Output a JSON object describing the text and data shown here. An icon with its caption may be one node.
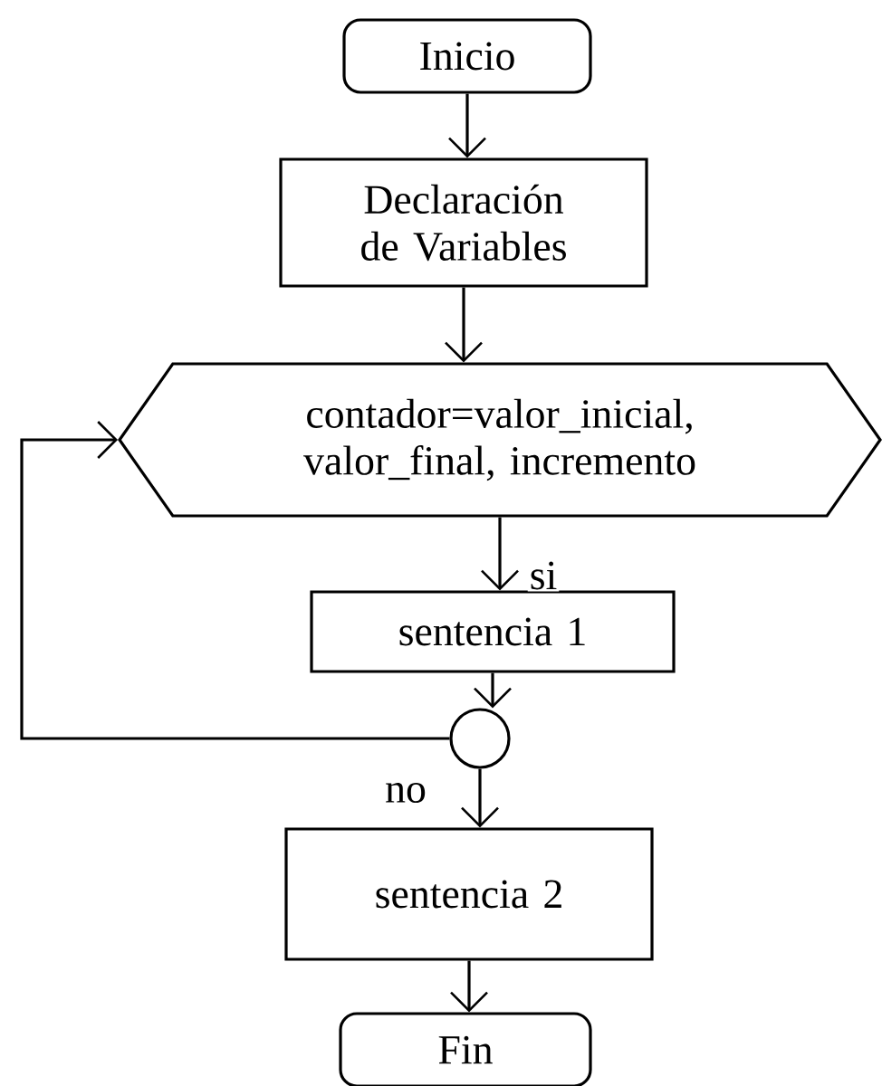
{
  "diagram": {
    "nodes": [
      {
        "text": [
          "Inicio"
        ]
      },
      {
        "text": [
          "Declaración de Variables"
        ]
      },
      {
        "text": [
          "contador=valor_inicial, valor_final, incremento"
        ]
      },
      {
        "text": [
          "sentencia 1"
        ]
      },
      {
        "text": [],
        "shape": "circle"
      },
      {
        "text": [
          "sentencia 2"
        ]
      },
      {
        "text": [
          "Fin"
        ]
      }
    ],
    "edges": [
      {
        "from": 0,
        "to": 1,
        "arrow": "to"
      },
      {
        "from": 1,
        "to": 2,
        "arrow": "to"
      },
      {
        "from": 2,
        "to": 3,
        "arrow": "to",
        "label": "si"
      },
      {
        "from": 3,
        "to": 4,
        "arrow": "to"
      },
      {
        "from": 4,
        "to": 2,
        "arrow": "to"
      },
      {
        "from": 4,
        "to": 5,
        "arrow": "to",
        "label": "no"
      },
      {
        "from": 5,
        "to": 6,
        "arrow": "to"
      }
    ]
  }
}
